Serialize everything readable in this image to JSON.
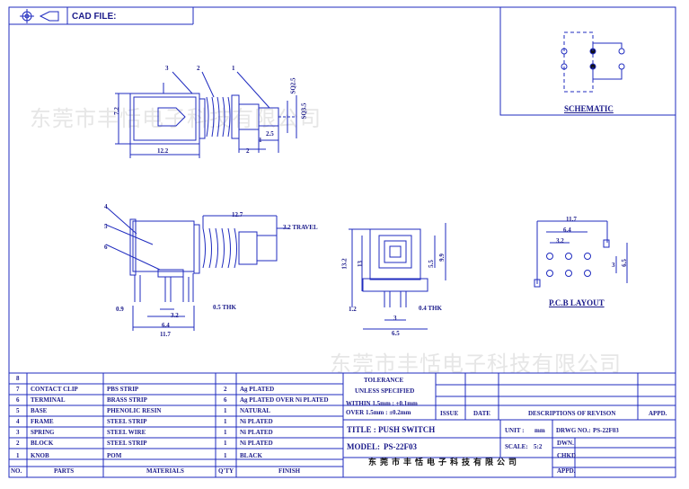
{
  "header": {
    "cad_file_label": "CAD FILE:"
  },
  "watermark": {
    "company": "东莞市丰恬电子科技有限公司"
  },
  "schematic": {
    "label": "SCHEMATIC"
  },
  "pcb": {
    "label": "P.C.B LAYOUT",
    "dims": [
      "11.7",
      "6.4",
      "3.2",
      "3",
      "6.5"
    ]
  },
  "top_view": {
    "callouts": [
      "3",
      "2",
      "1"
    ],
    "dims": [
      "12.2",
      "7.2",
      "2.5",
      "1",
      "2",
      "SQ2.5",
      "SQ3.5"
    ]
  },
  "side_view": {
    "callouts": [
      "4",
      "5",
      "6"
    ],
    "dims": [
      "12.7",
      "3.2 TRAVEL",
      "0.9",
      "3.2",
      "6.4",
      "11.7",
      "0.5 THK"
    ]
  },
  "front_view": {
    "dims": [
      "13.2",
      "13",
      "5.5",
      "9.9",
      "1.2",
      "3",
      "6.5",
      "0.4 THK"
    ]
  },
  "bom": {
    "rows": [
      {
        "no": "8",
        "part": "",
        "material": "",
        "qty": "",
        "finish": ""
      },
      {
        "no": "7",
        "part": "CONTACT CLIP",
        "material": "PBS STRIP",
        "qty": "2",
        "finish": "Ag PLATED"
      },
      {
        "no": "6",
        "part": "TERMINAL",
        "material": "BRASS STRIP",
        "qty": "6",
        "finish": "Ag PLATED OVER Ni PLATED"
      },
      {
        "no": "5",
        "part": "BASE",
        "material": "PHENOLIC RESIN",
        "qty": "1",
        "finish": "NATURAL"
      },
      {
        "no": "4",
        "part": "FRAME",
        "material": "STEEL STRIP",
        "qty": "1",
        "finish": "Ni PLATED"
      },
      {
        "no": "3",
        "part": "SPRING",
        "material": "STEEL WIRE",
        "qty": "1",
        "finish": "Ni PLATED"
      },
      {
        "no": "2",
        "part": "BLOCK",
        "material": "STEEL STRIP",
        "qty": "1",
        "finish": "Ni PLATED"
      },
      {
        "no": "1",
        "part": "KNOB",
        "material": "POM",
        "qty": "1",
        "finish": "BLACK"
      }
    ],
    "headers": {
      "no": "NO.",
      "part": "PARTS",
      "material": "MATERIALS",
      "qty": "Q'TY",
      "finish": "FINISH"
    }
  },
  "title_block": {
    "tolerance": "TOLERANCE",
    "unless": "UNLESS SPECIFIED",
    "within": "WITHIN 1.5mm : ±0.1mm",
    "over": "OVER 1.5mm : ±0.2mm",
    "issue": "ISSUE",
    "date": "DATE",
    "descriptions": "DESCRIPTIONS OF REVISON",
    "appd": "APPD.",
    "title": "TITLE : PUSH SWITCH",
    "unit_label": "UNIT :",
    "unit_value": "mm",
    "drwg_label": "DRWG NO.:",
    "drwg_value": "PS-22F03",
    "model_label": "MODEL:",
    "model_value": "PS-22F03",
    "scale_label": "SCALE:",
    "scale_value": "5:2",
    "dwn": "DWN.",
    "chkd": "CHKD",
    "appd2": "APPD.",
    "company": "东莞市丰恬电子科技有限公司"
  }
}
